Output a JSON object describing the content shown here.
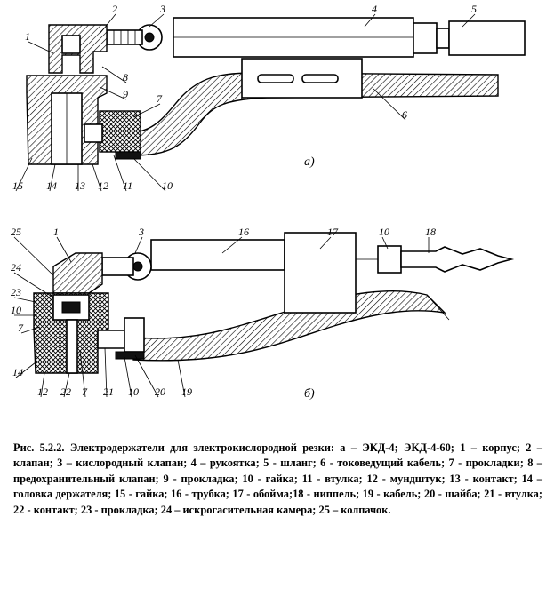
{
  "diagram_a": {
    "sublabel": "а)",
    "callouts": [
      "1",
      "2",
      "3",
      "4",
      "5",
      "6",
      "7",
      "8",
      "9",
      "10",
      "11",
      "12",
      "13",
      "14",
      "15"
    ]
  },
  "diagram_b": {
    "sublabel": "б)",
    "callouts": [
      "25",
      "1",
      "3",
      "16",
      "17",
      "10",
      "18",
      "24",
      "23",
      "10",
      "7",
      "14",
      "12",
      "22",
      "7",
      "21",
      "10",
      "20",
      "19"
    ]
  },
  "caption": "Рис. 5.2.2. Электродержатели для электрокислородной резки: а – ЭКД-4; ЭКД-4-60; 1 – корпус; 2 – клапан; 3 – кислородный клапан; 4 – рукоятка; 5 - шланг; 6 - токоведущий кабель; 7 - прокладки; 8 – предохранительный клапан; 9 - прокладка; 10 - гайка; 11 - втулка; 12 - мундштук; 13 - контакт; 14 – головка держателя; 15 - гайка; 16 - трубка; 17 - обойма;18 - ниппель; 19 - кабель; 20 - шайба; 21 - втулка; 22 - контакт; 23 - прокладка; 24 – искрогасительная камера; 25 – колпачок."
}
